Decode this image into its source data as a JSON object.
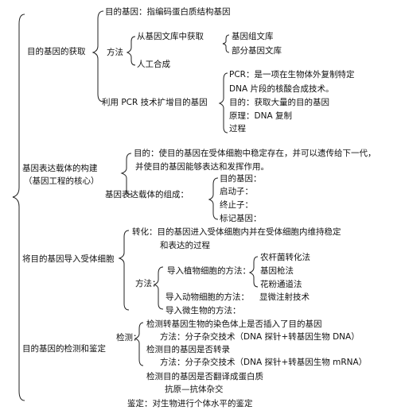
{
  "diagram": {
    "branch1": {
      "title": "目的基因的获取",
      "def": "目的基因：指编码蛋白质结构基因",
      "method_label": "方法",
      "from_library": "从基因文库中获取",
      "library_types": [
        "基因组文库",
        "部分基因文库"
      ],
      "artificial": "人工合成",
      "pcr_use": "利用 PCR 技术扩增目的基因",
      "pcr_items": [
        "PCR：是一项在生物体外复制特定",
        "DNA 片段的核酸合成技术。",
        "目的：获取大量的目的基因",
        "原理：DNA 复制",
        "过程"
      ]
    },
    "branch2": {
      "title": "基因表达载体的构建",
      "subtitle": "（基因工程的核心）",
      "purpose_line1": "目的：使目的基因在受体细胞中稳定存在，并可以遗传给下一代，",
      "purpose_line2": "并使目的基因能够表达和发挥作用。",
      "composition": "基因表达载体的组成：",
      "components": [
        "目的基因：",
        "启动子：",
        "终止子：",
        "标记基因："
      ]
    },
    "branch3": {
      "title": "将目的基因导入受体细胞",
      "transform_line1": "转化：目的基因进入受体细胞内并在受体细胞内维持稳定",
      "transform_line2": "和表达的过程",
      "method_label": "方法：",
      "plant": "导入植物细胞的方法：",
      "plant_methods": [
        "农杆菌转化法",
        "基因枪法",
        "花粉通道法"
      ],
      "animal": "导入动物细胞的方法：",
      "animal_method": "显微注射技术",
      "microbe": "导入微生物的方法："
    },
    "branch4": {
      "title": "目的基因的检测和鉴定",
      "detect_label": "检测：",
      "detect_lines": [
        "检测转基因生物的染色体上是否插入了目的基因",
        "方法：分子杂交技术（DNA 探针+转基因生物 DNA）",
        "检测目的基因是否转录",
        "方法：分子杂交技术（DNA 探针+转基因生物 mRNA）",
        "检测目的基因是否翻译成蛋白质",
        "抗原—抗体杂交"
      ],
      "identify": "鉴定：对生物进行个体水平的鉴定"
    }
  }
}
